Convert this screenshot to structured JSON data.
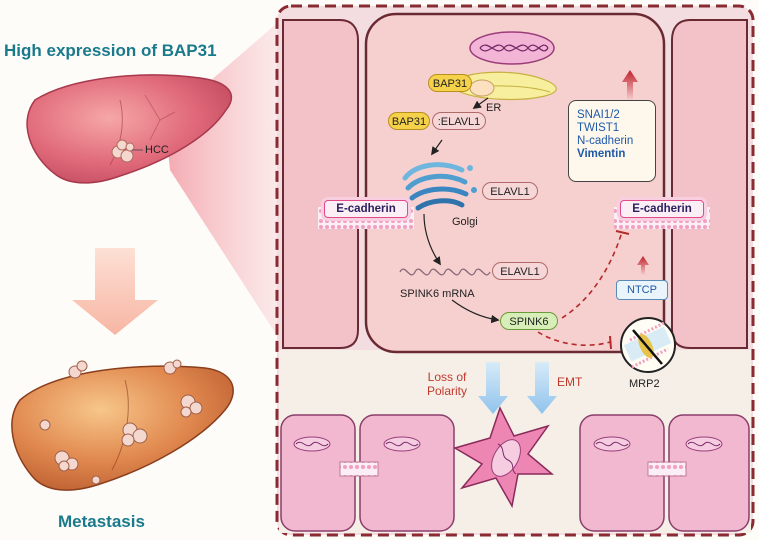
{
  "labels": {
    "title": "High expression of BAP31",
    "hcc": "HCC",
    "metastasis": "Metastasis",
    "bap31": "BAP31",
    "er": "ER",
    "elavl1_colon": ":ELAVL1",
    "elavl1": "ELAVL1",
    "golgi": "Golgi",
    "spink6_mrna": "SPINK6 mRNA",
    "spink6": "SPINK6",
    "ecadherin": "E-cadherin",
    "markers": [
      "SNAI1/2",
      "TWIST1",
      "N-cadherin",
      "Vimentin"
    ],
    "ntcp": "NTCP",
    "mrp2": "MRP2",
    "loss_of_polarity": [
      "Loss of",
      "Polarity"
    ],
    "emt": "EMT"
  },
  "colors": {
    "title_teal": "#1a7a8c",
    "frame_dark_red": "#8a2a32",
    "marker_blue": "#1f5aa8",
    "annotation_red": "#c0392b",
    "bap31_yellow": "#f6d24a",
    "spink6_green": "#d8eeb8"
  }
}
